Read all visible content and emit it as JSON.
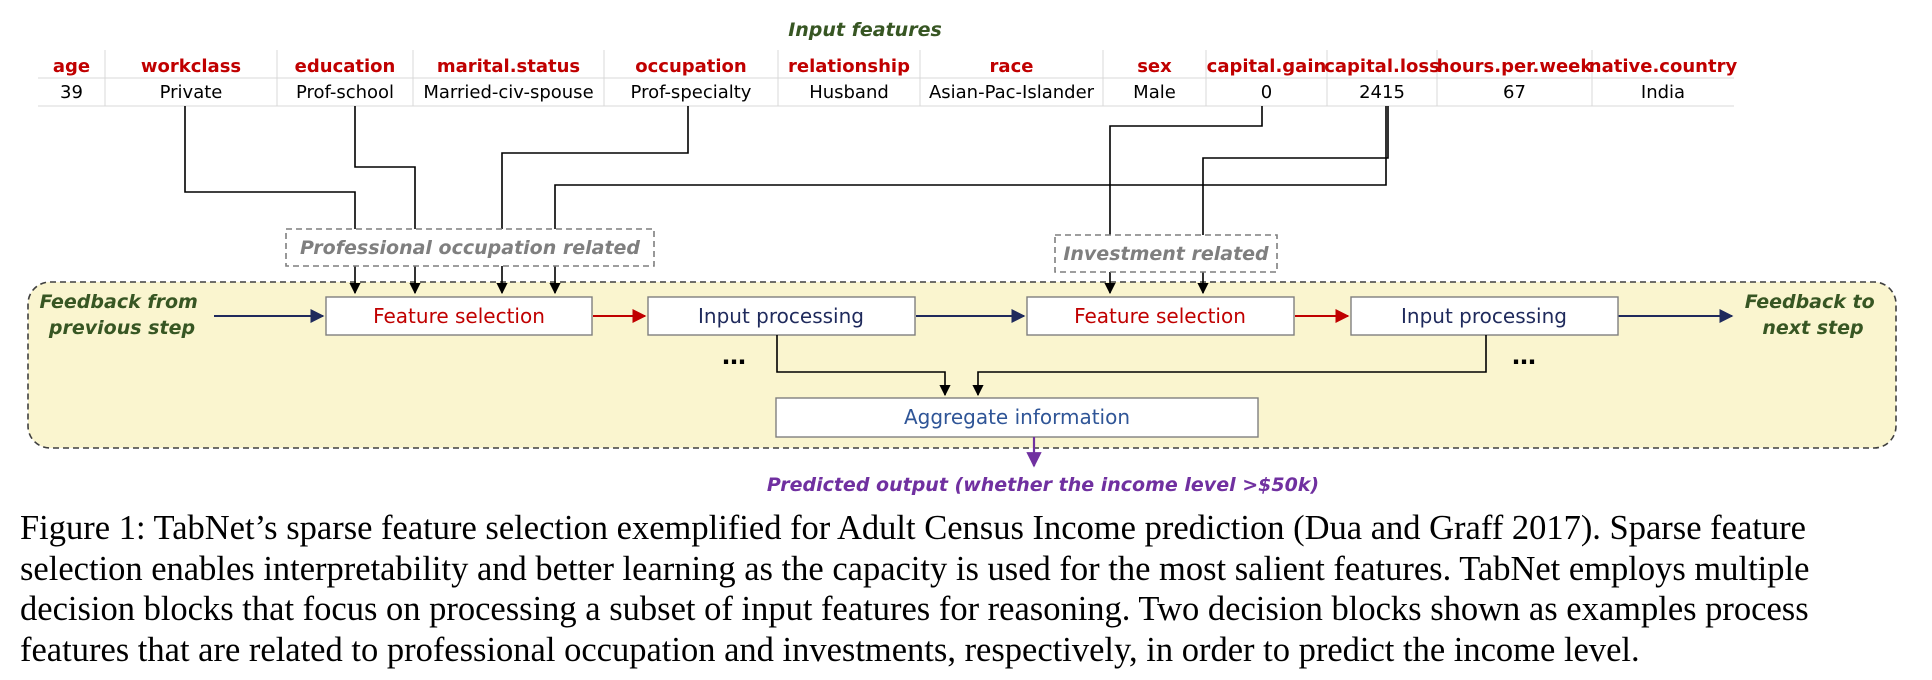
{
  "input_features": {
    "title": "Input features",
    "columns": [
      {
        "header": "age",
        "value": "39"
      },
      {
        "header": "workclass",
        "value": "Private"
      },
      {
        "header": "education",
        "value": "Prof-school"
      },
      {
        "header": "marital.status",
        "value": "Married-civ-spouse"
      },
      {
        "header": "occupation",
        "value": "Prof-specialty"
      },
      {
        "header": "relationship",
        "value": "Husband"
      },
      {
        "header": "race",
        "value": "Asian-Pac-Islander"
      },
      {
        "header": "sex",
        "value": "Male"
      },
      {
        "header": "capital.gain",
        "value": "0"
      },
      {
        "header": "capital.loss",
        "value": "2415"
      },
      {
        "header": "hours.per.week",
        "value": "67"
      },
      {
        "header": "native.country",
        "value": "India"
      }
    ]
  },
  "groups": {
    "professional": "Professional occupation related",
    "investment": "Investment related"
  },
  "flow": {
    "feedback_from_line1": "Feedback from",
    "feedback_from_line2": "previous step",
    "feedback_to_line1": "Feedback to",
    "feedback_to_line2": "next step",
    "feature_selection_1": "Feature selection",
    "input_processing_1": "Input processing",
    "feature_selection_2": "Feature selection",
    "input_processing_2": "Input processing",
    "ellipsis_1": "…",
    "ellipsis_2": "…",
    "aggregate": "Aggregate information",
    "output": "Predicted output (whether the income level >$50k)"
  },
  "colors": {
    "header_red": "#c00000",
    "title_green": "#375623",
    "feature_selection_red": "#c00000",
    "input_processing_navy": "#1f2a5c",
    "aggregate_blue": "#2f5597",
    "output_purple": "#7030a0",
    "panel_fill": "#faf5cf",
    "group_gray": "#7f7f7f"
  },
  "caption": "Figure 1: TabNet’s sparse feature selection exemplified for Adult Census Income prediction (Dua and Graff 2017). Sparse feature selection enables interpretability and better learning as the capacity is used for the most salient features. TabNet employs multiple decision blocks that focus on processing a subset of input features for reasoning. Two decision blocks shown as examples process features that are related to professional occupation and investments, respectively, in order to predict the income level."
}
